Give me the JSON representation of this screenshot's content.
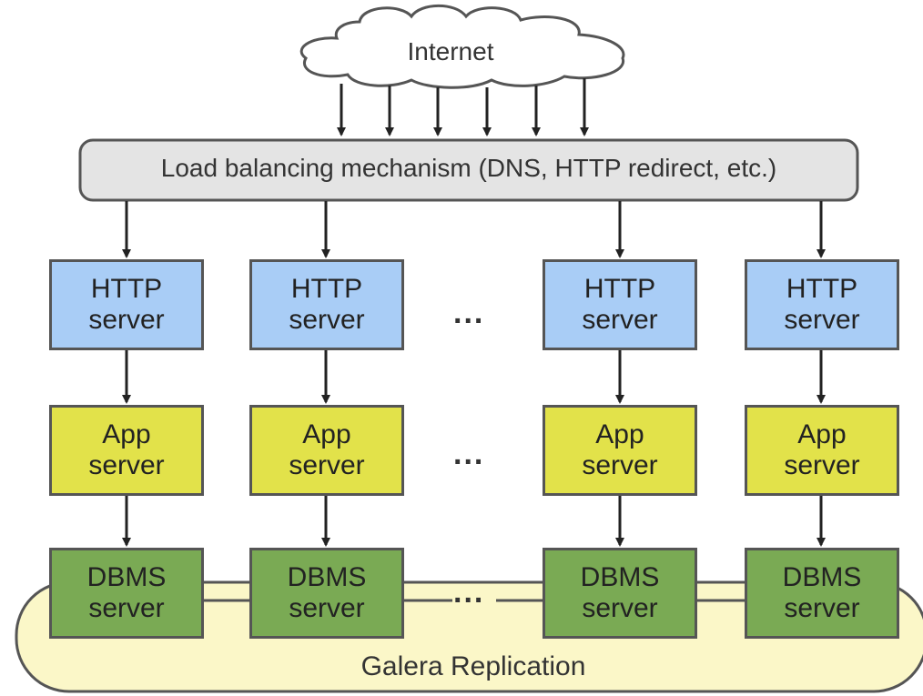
{
  "internet_label": "Internet",
  "load_balancer_label": "Load balancing mechanism (DNS, HTTP redirect, etc.)",
  "replication_label": "Galera Replication",
  "ellipsis": "...",
  "columns": [
    {
      "http": "HTTP\nserver",
      "app": "App\nserver",
      "dbms": "DBMS\nserver"
    },
    {
      "http": "HTTP\nserver",
      "app": "App\nserver",
      "dbms": "DBMS\nserver"
    },
    {
      "http": "HTTP\nserver",
      "app": "App\nserver",
      "dbms": "DBMS\nserver"
    },
    {
      "http": "HTTP\nserver",
      "app": "App\nserver",
      "dbms": "DBMS\nserver"
    }
  ],
  "colors": {
    "http": "#a9cdf6",
    "app": "#e2e24a",
    "dbms": "#7aaa54",
    "load_balancer": "#e4e4e4",
    "replication": "#fbf7c8",
    "line": "#222222"
  }
}
